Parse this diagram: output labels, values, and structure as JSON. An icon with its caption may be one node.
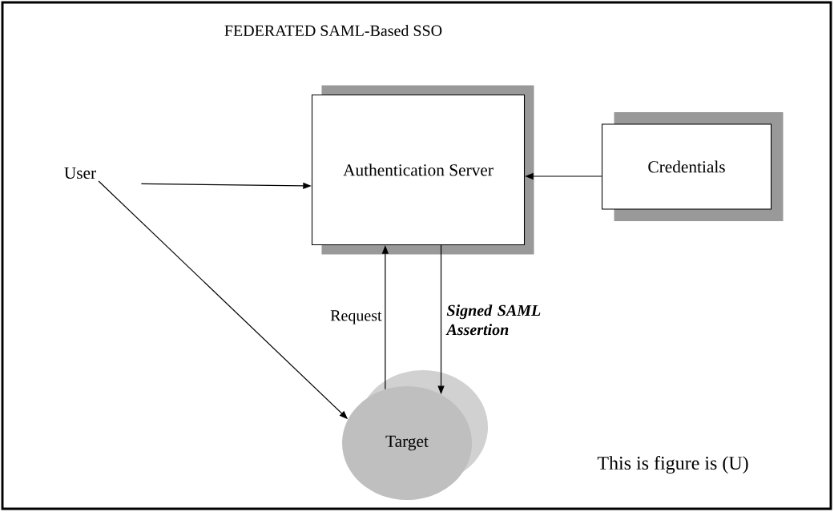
{
  "diagram": {
    "title": "FEDERATED SAML-Based SSO",
    "nodes": [
      {
        "text": [
          "User"
        ]
      },
      {
        "text": [
          "Authentication Server"
        ]
      },
      {
        "text": [
          "Credentials"
        ]
      },
      {
        "text": [
          "Target"
        ]
      }
    ],
    "edges": [
      {
        "from": 0,
        "to": 1,
        "arrow": "to"
      },
      {
        "from": 2,
        "to": 1,
        "arrow": "to"
      },
      {
        "from": 0,
        "to": 3,
        "arrow": "to"
      },
      {
        "from": 3,
        "to": 1,
        "arrow": "to",
        "label": "Request"
      },
      {
        "from": 1,
        "to": 3,
        "arrow": "to",
        "label": "Signed SAML Assertion"
      }
    ],
    "labels": [
      "This is figure is (U)"
    ]
  }
}
